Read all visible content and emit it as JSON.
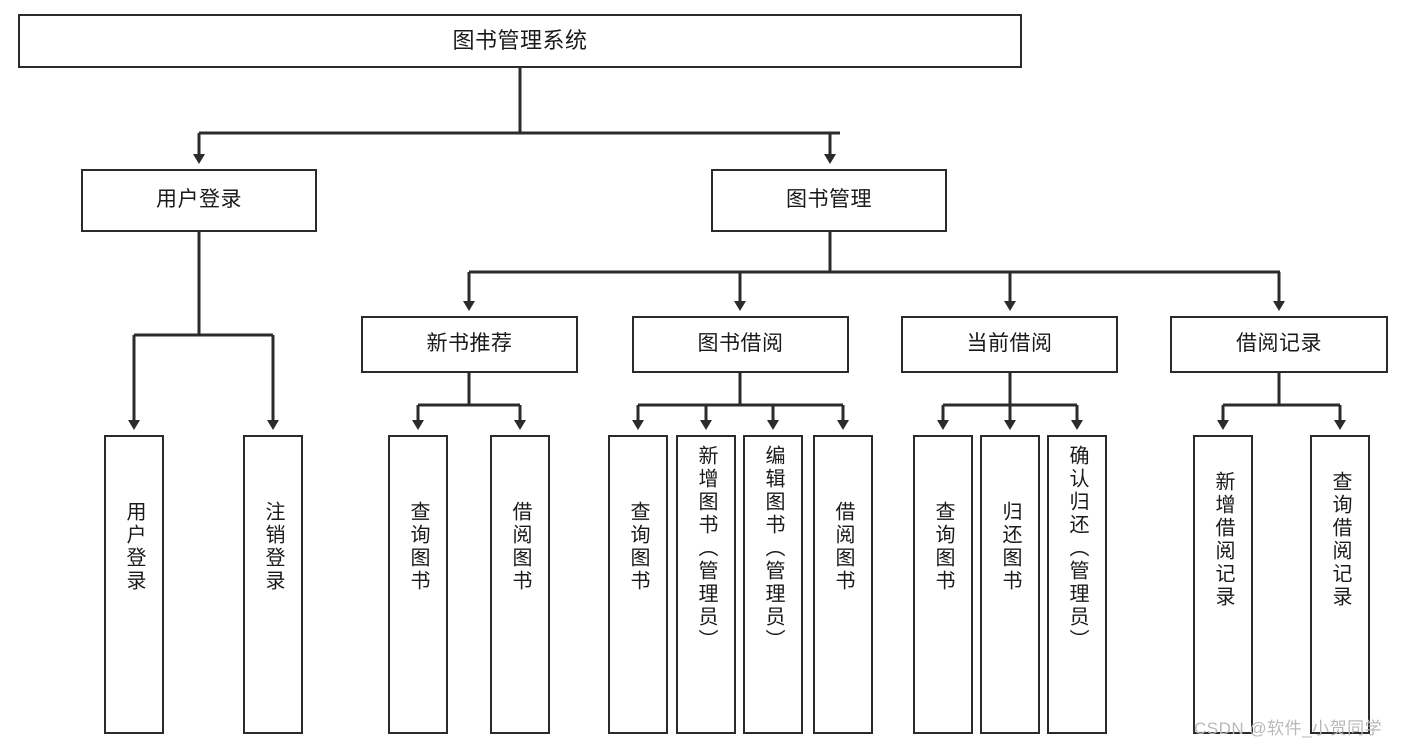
{
  "diagram": {
    "type": "tree",
    "title": "图书管理系统",
    "watermark": "CSDN @软件_小贺同学",
    "colors": {
      "background": "#ffffff",
      "node_border": "#2b2b2b",
      "node_fill": "#ffffff",
      "edge": "#2b2b2b",
      "text": "#1a1a1a",
      "watermark": "#b9b9b9"
    },
    "root": {
      "label": "图书管理系统"
    },
    "level1": [
      {
        "label": "用户登录"
      },
      {
        "label": "图书管理"
      }
    ],
    "level2": [
      {
        "label": "新书推荐"
      },
      {
        "label": "图书借阅"
      },
      {
        "label": "当前借阅"
      },
      {
        "label": "借阅记录"
      }
    ],
    "leaves": {
      "user_login": [
        {
          "label": "用户登录"
        },
        {
          "label": "注销登录"
        }
      ],
      "new_book_recommend": [
        {
          "label": "查询图书"
        },
        {
          "label": "借阅图书"
        }
      ],
      "book_borrow": [
        {
          "label": "查询图书"
        },
        {
          "label": "新增图书（管理员）"
        },
        {
          "label": "编辑图书（管理员）"
        },
        {
          "label": "借阅图书"
        }
      ],
      "current_borrow": [
        {
          "label": "查询图书"
        },
        {
          "label": "归还图书"
        },
        {
          "label": "确认归还（管理员）"
        }
      ],
      "borrow_record": [
        {
          "label": "新增借阅记录"
        },
        {
          "label": "查询借阅记录"
        }
      ]
    }
  }
}
